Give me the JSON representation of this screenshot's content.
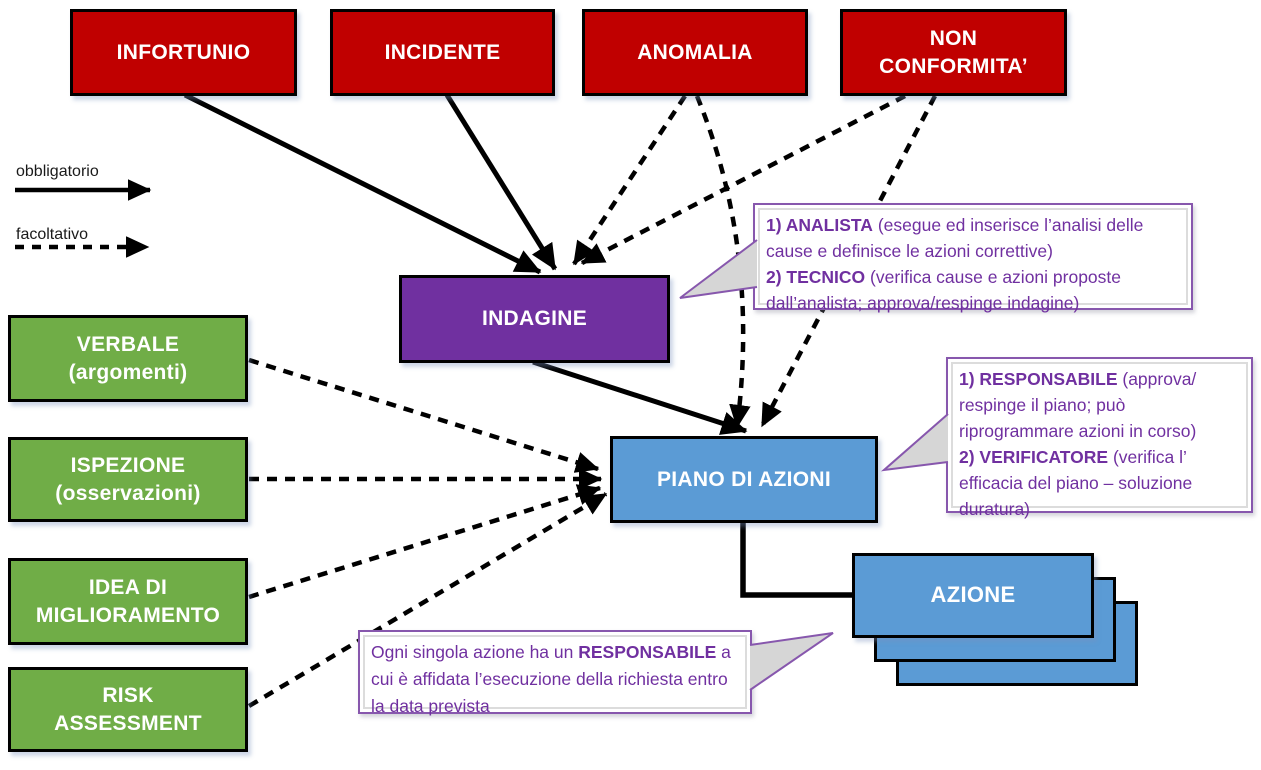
{
  "legend": {
    "solid": "obbligatorio",
    "dashed": "facoltativo"
  },
  "nodes": {
    "infortunio": {
      "label": "INFORTUNIO"
    },
    "incidente": {
      "label": "INCIDENTE"
    },
    "anomalia": {
      "label": "ANOMALIA"
    },
    "non_conformita": {
      "line1": "NON",
      "line2": "CONFORMITA’"
    },
    "indagine": {
      "label": "INDAGINE"
    },
    "verbale": {
      "line1": "VERBALE",
      "line2": "(argomenti)"
    },
    "ispezione": {
      "line1": "ISPEZIONE",
      "line2": "(osservazioni)"
    },
    "idea": {
      "line1": "IDEA DI",
      "line2": "MIGLIORAMENTO"
    },
    "risk": {
      "line1": "RISK",
      "line2": "ASSESSMENT"
    },
    "piano": {
      "label": "PIANO DI AZIONI"
    },
    "azione": {
      "label": "AZIONE"
    }
  },
  "callouts": {
    "indagine_roles": {
      "bold1": "1) ANALISTA",
      "text1": " (esegue ed inserisce l’analisi delle cause e definisce le azioni correttive)",
      "bold2": "2) TECNICO",
      "text2": " (verifica cause e azioni proposte dall’analista; approva/respinge indagine)"
    },
    "piano_roles": {
      "bold1": "1) RESPONSABILE",
      "text1": " (approva/ respinge il piano; può riprogrammare azioni in corso)",
      "bold2": "2) VERIFICATORE",
      "text2": " (verifica l’ efficacia del piano – soluzione duratura)"
    },
    "azione_note": {
      "text1": "Ogni singola azione ha un ",
      "bold1": "RESPONSABILE",
      "text2": " a cui è affidata l’esecuzione della richiesta entro la data prevista"
    }
  },
  "colors": {
    "event_box": "#C00000",
    "source_box": "#70AD47",
    "indagine_box": "#7030A0",
    "piano_azione_box": "#5B9BD5",
    "callout_text": "#7030A0",
    "callout_border": "#8757AD",
    "arrow": "#000000"
  },
  "edges": [
    {
      "from": "infortunio",
      "to": "indagine",
      "type": "obbligatorio"
    },
    {
      "from": "incidente",
      "to": "indagine",
      "type": "obbligatorio"
    },
    {
      "from": "anomalia",
      "to": "indagine",
      "type": "facoltativo"
    },
    {
      "from": "non_conformita",
      "to": "indagine",
      "type": "facoltativo"
    },
    {
      "from": "anomalia",
      "to": "piano",
      "type": "facoltativo"
    },
    {
      "from": "non_conformita",
      "to": "piano",
      "type": "facoltativo"
    },
    {
      "from": "indagine",
      "to": "piano",
      "type": "obbligatorio"
    },
    {
      "from": "verbale",
      "to": "piano",
      "type": "facoltativo"
    },
    {
      "from": "ispezione",
      "to": "piano",
      "type": "facoltativo"
    },
    {
      "from": "idea",
      "to": "piano",
      "type": "facoltativo"
    },
    {
      "from": "risk",
      "to": "piano",
      "type": "facoltativo"
    },
    {
      "from": "piano",
      "to": "azione",
      "type": "connector"
    }
  ]
}
